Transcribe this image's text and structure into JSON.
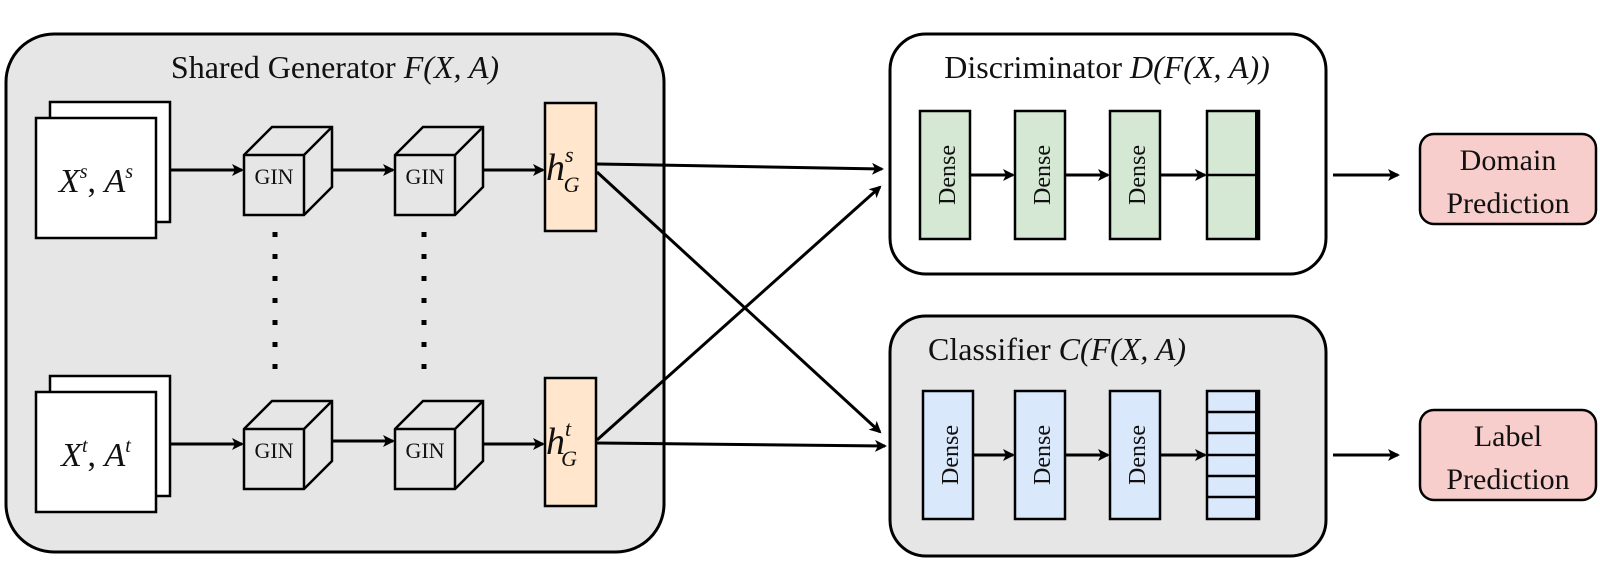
{
  "generator": {
    "title_text": "Shared Generator ",
    "title_math": "F(X, A)",
    "source_input": {
      "base": "X",
      "sup": "s",
      "sep": ", ",
      "base2": "A",
      "sup2": "s"
    },
    "target_input": {
      "base": "X",
      "sup": "t",
      "sep": ", ",
      "base2": "A",
      "sup2": "t"
    },
    "gin_label": "GIN",
    "h_source": {
      "base": "h",
      "sup": "s",
      "sub": "G"
    },
    "h_target": {
      "base": "h",
      "sup": "t",
      "sub": "G"
    }
  },
  "discriminator": {
    "title_text": "Discriminator ",
    "title_math": "D(F(X, A))",
    "dense_label": "Dense",
    "output_line1": "Domain",
    "output_line2": "Prediction"
  },
  "classifier": {
    "title_text": "Classifier ",
    "title_math": "C(F(X, A)",
    "dense_label": "Dense",
    "output_line1": "Label",
    "output_line2": "Prediction"
  },
  "colors": {
    "generator_bg": "#e6e6e6",
    "classifier_bg": "#e6e6e6",
    "discriminator_bg": "#ffffff",
    "dense_green": "#d5e8d4",
    "dense_blue": "#dae8fc",
    "h_orange": "#ffe6cc",
    "prediction_pink": "#f8cecc"
  }
}
